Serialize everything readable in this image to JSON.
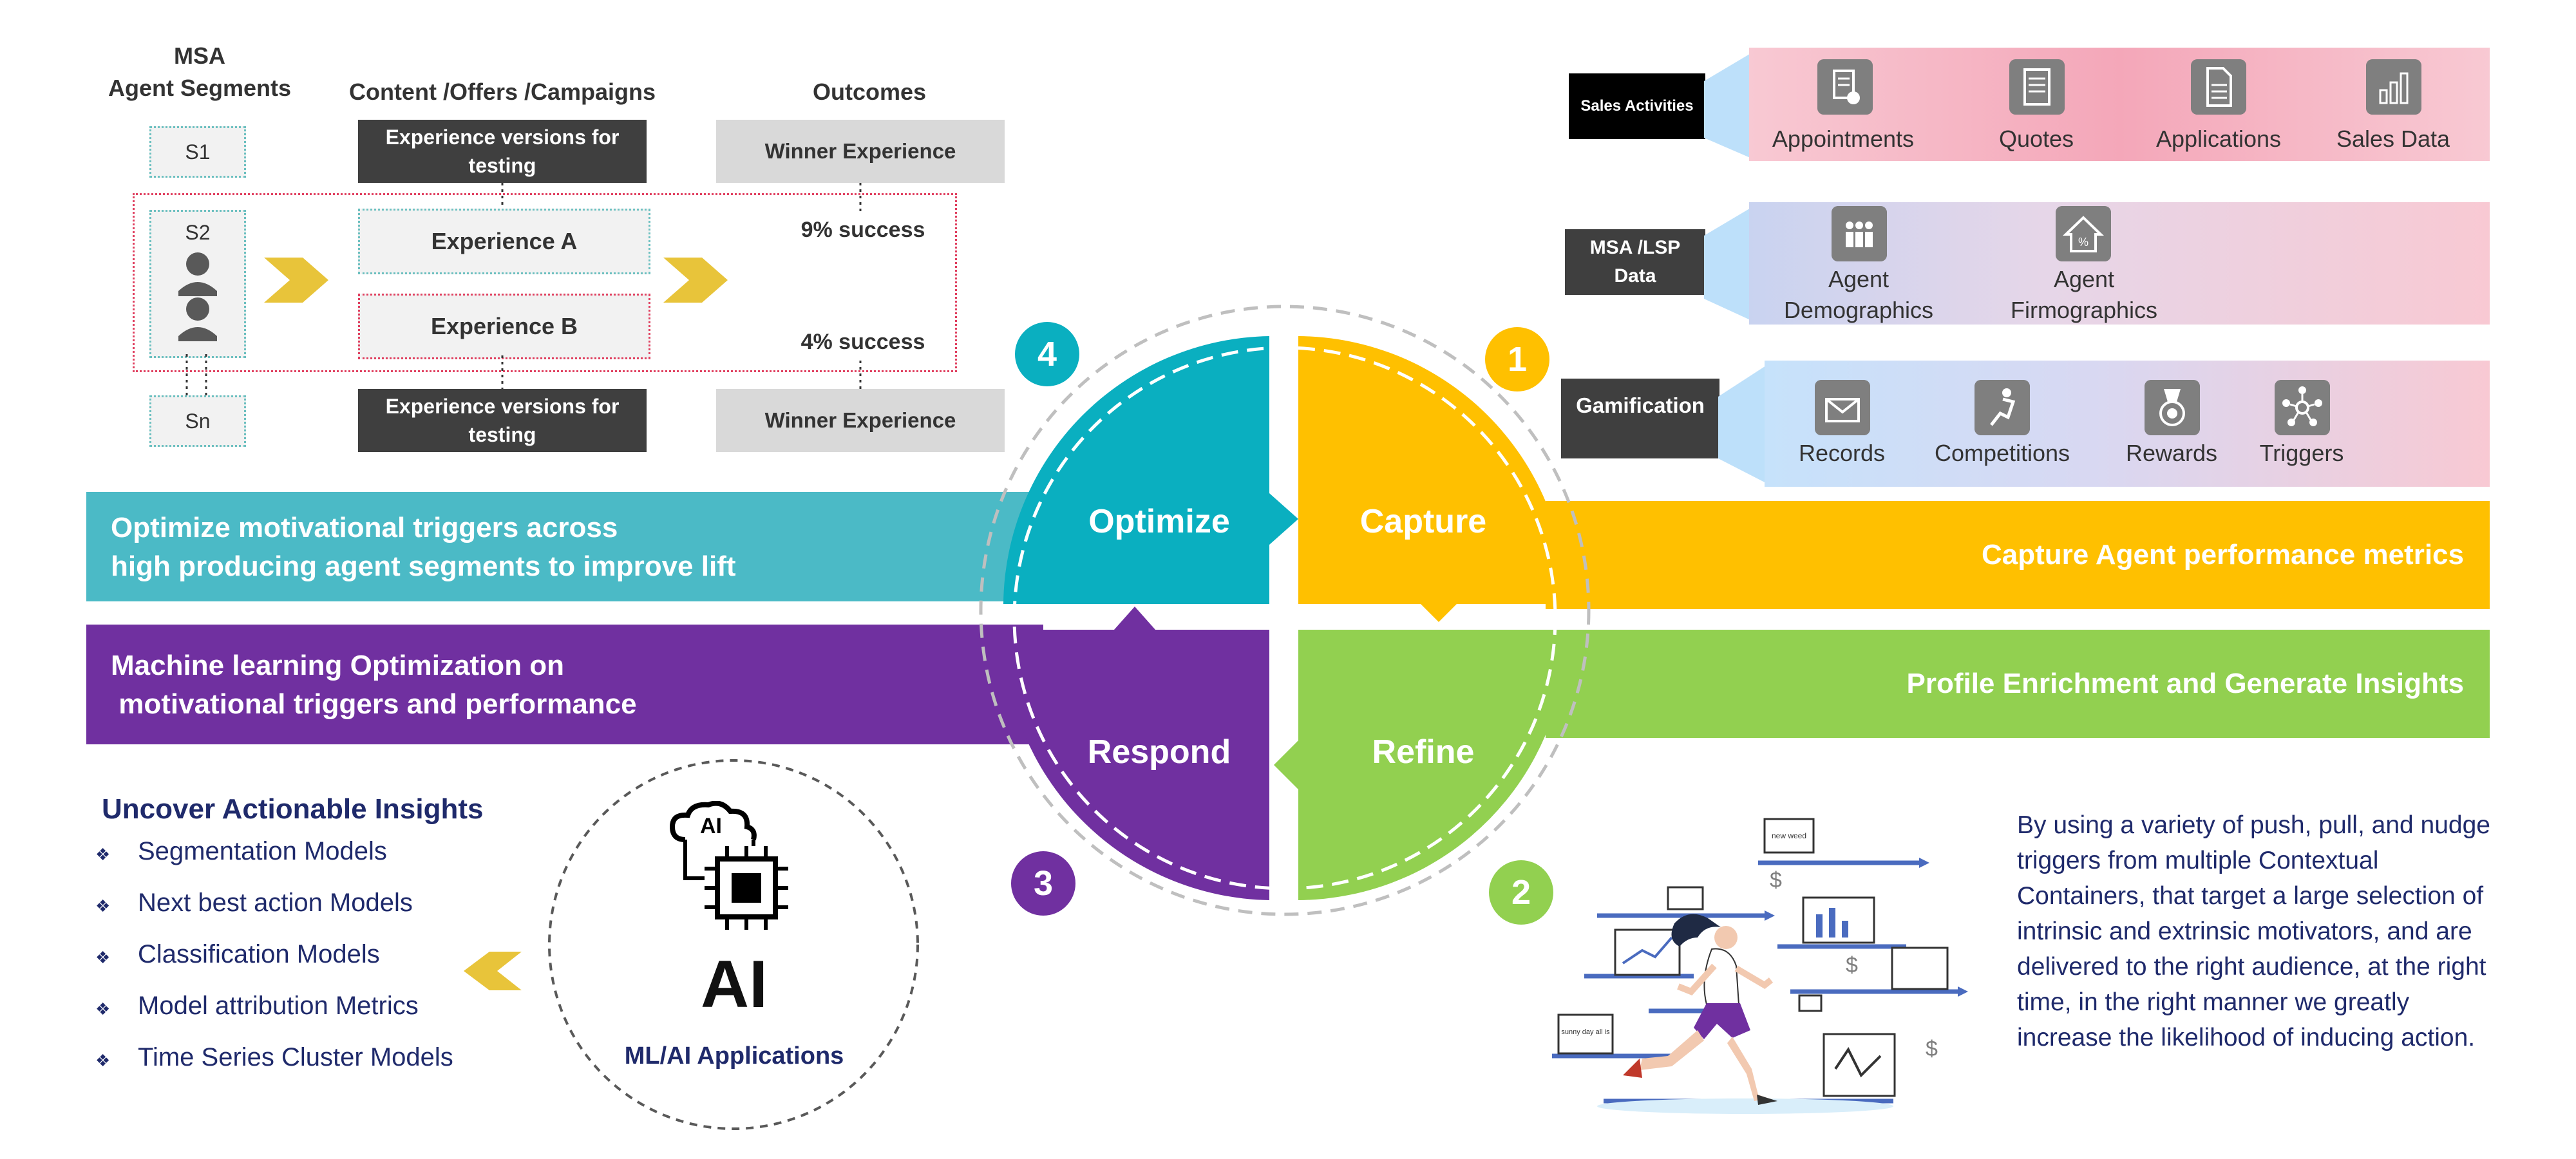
{
  "ab_test": {
    "headers": {
      "segments": "MSA\nAgent Segments",
      "content": "Content /Offers /Campaigns",
      "outcomes": "Outcomes"
    },
    "segments": {
      "s1": "S1",
      "s2": "S2",
      "sn": "Sn"
    },
    "experience_top": "Experience versions for testing",
    "experience_bottom": "Experience versions for testing",
    "experience_a": "Experience A",
    "experience_b": "Experience B",
    "winner_top": "Winner Experience",
    "winner_bottom": "Winner Experience",
    "success_a": "9% success",
    "success_b": "4% success"
  },
  "sources": [
    {
      "label": "Sales Activities",
      "items": [
        {
          "label": "Appointments",
          "icon": "appointments-icon"
        },
        {
          "label": "Quotes",
          "icon": "quotes-icon"
        },
        {
          "label": "Applications",
          "icon": "applications-icon"
        },
        {
          "label": "Sales Data",
          "icon": "sales-data-icon"
        }
      ]
    },
    {
      "label": "MSA /LSP Data",
      "items": [
        {
          "label": "Agent Demographics",
          "icon": "demographics-icon"
        },
        {
          "label": "Agent Firmographics",
          "icon": "firmographics-icon"
        }
      ]
    },
    {
      "label": "Gamification",
      "items": [
        {
          "label": "Records",
          "icon": "records-icon"
        },
        {
          "label": "Competitions",
          "icon": "competitions-icon"
        },
        {
          "label": "Rewards",
          "icon": "rewards-icon"
        },
        {
          "label": "Triggers",
          "icon": "triggers-icon"
        }
      ]
    }
  ],
  "bands": {
    "optimize": "Optimize motivational triggers across\nhigh producing agent segments  to improve lift",
    "ml": "Machine learning Optimization on\n motivational triggers and performance",
    "capture": "Capture Agent performance metrics",
    "profile": "Profile Enrichment and Generate Insights"
  },
  "cycle": {
    "optimize": "Optimize",
    "capture": "Capture",
    "refine": "Refine",
    "respond": "Respond",
    "n1": "1",
    "n2": "2",
    "n3": "3",
    "n4": "4"
  },
  "insights": {
    "title": "Uncover Actionable Insights",
    "items": [
      "Segmentation Models",
      "Next best action Models",
      "Classification Models",
      "Model attribution Metrics",
      "Time Series Cluster Models"
    ]
  },
  "ai": {
    "big": "AI",
    "chip": "AI",
    "caption": "ML/AI Applications"
  },
  "illustration": {
    "bubble_text": "new weed",
    "note_text": "sunny day all is"
  },
  "paragraph": "By using a variety of push, pull, and nudge triggers from multiple Contextual Containers, that target a large selection of intrinsic and extrinsic motivators, and are delivered to the right audience, at the right time, in the right manner we greatly increase the likelihood of inducing action.",
  "colors": {
    "teal": "#4bbac6",
    "teal_dark": "#0aafc0",
    "purple": "#7030a0",
    "orange": "#ffc000",
    "orange_quad": "#f8b500",
    "green": "#92d050",
    "arrow_yellow": "#e8c43a",
    "navy": "#1f2a6b"
  }
}
